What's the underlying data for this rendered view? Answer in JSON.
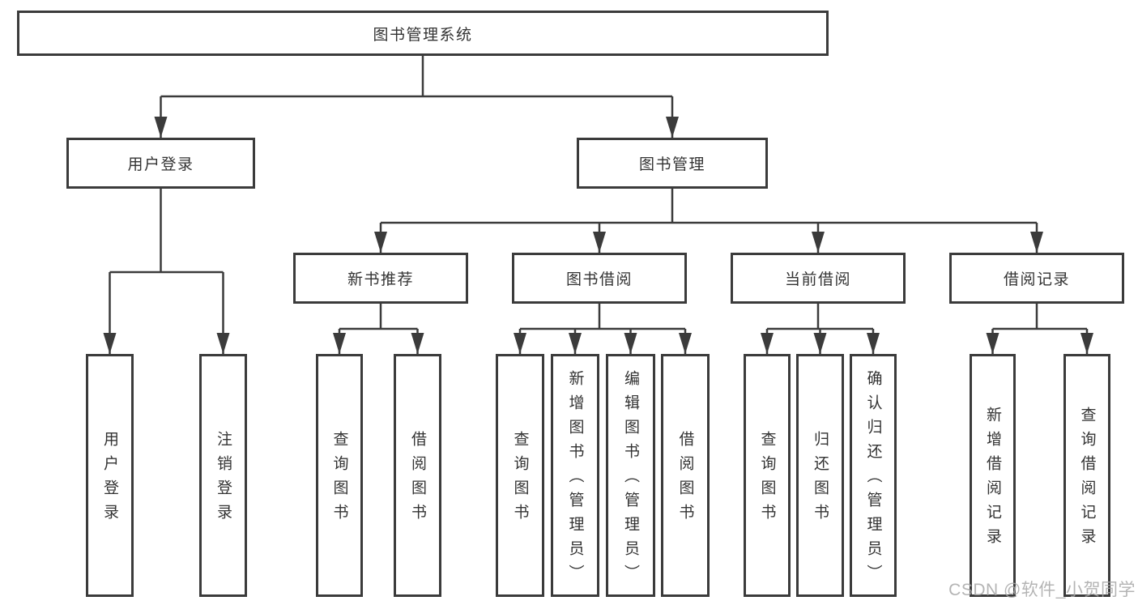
{
  "tree": {
    "label": "图书管理系统",
    "children": [
      {
        "label": "用户登录",
        "children": [
          {
            "label": "用户登录"
          },
          {
            "label": "注销登录"
          }
        ]
      },
      {
        "label": "图书管理",
        "children": [
          {
            "label": "新书推荐",
            "children": [
              {
                "label": "查询图书"
              },
              {
                "label": "借阅图书"
              }
            ]
          },
          {
            "label": "图书借阅",
            "children": [
              {
                "label": "查询图书"
              },
              {
                "label": "新增图书（管理员）"
              },
              {
                "label": "编辑图书（管理员）"
              },
              {
                "label": "借阅图书"
              }
            ]
          },
          {
            "label": "当前借阅",
            "children": [
              {
                "label": "查询图书"
              },
              {
                "label": "归还图书"
              },
              {
                "label": "确认归还（管理员）"
              }
            ]
          },
          {
            "label": "借阅记录",
            "children": [
              {
                "label": "新增借阅记录"
              },
              {
                "label": "查询借阅记录"
              }
            ]
          }
        ]
      }
    ]
  },
  "watermark": "CSDN @软件_小贺同学",
  "colors": {
    "line": "#3b3b3b",
    "box_border": "#3b3b3b",
    "text": "#333333",
    "watermark": "#a8a8a8",
    "background": "#ffffff"
  }
}
